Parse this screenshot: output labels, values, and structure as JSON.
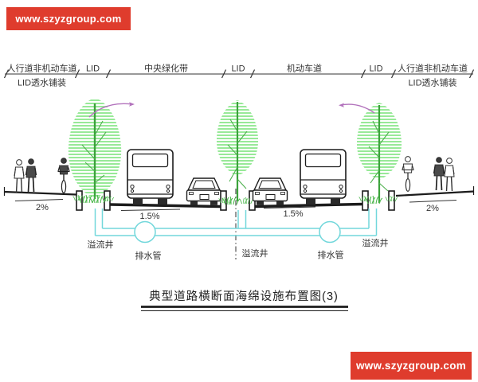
{
  "banners": {
    "top_left_text": "www.szyzgroup.com",
    "bottom_right_text": "www.szyzgroup.com"
  },
  "dimension": {
    "sections": [
      {
        "label": "人行道非机动车道",
        "sub": "LID透水铺装"
      },
      {
        "label": "LID"
      },
      {
        "label": "中央绿化带"
      },
      {
        "label": "LID"
      },
      {
        "label": "机动车道"
      },
      {
        "label": "LID"
      },
      {
        "label": "人行道非机动车道",
        "sub": "LID透水铺装"
      }
    ]
  },
  "slopes": {
    "left_sidewalk": "2%",
    "left_road": "1.5%",
    "right_road": "1.5%",
    "right_sidewalk": "2%"
  },
  "drainage": {
    "labels": [
      {
        "text": "溢流井"
      },
      {
        "text": "排水管"
      },
      {
        "text": "溢流井"
      },
      {
        "text": "排水管"
      },
      {
        "text": "溢流井"
      }
    ]
  },
  "title": "典型道路横断面海绵设施布置图(3)",
  "colors": {
    "banner_bg": "#df3c2d",
    "banner_text": "#ffffff",
    "tree_leaf_green": "#98e998",
    "tree_trunk_green": "#3ba23b",
    "pipe_cyan": "#72d7db",
    "lamp_arc_magenta": "#b272bc",
    "line_black": "#1c1c1c"
  }
}
